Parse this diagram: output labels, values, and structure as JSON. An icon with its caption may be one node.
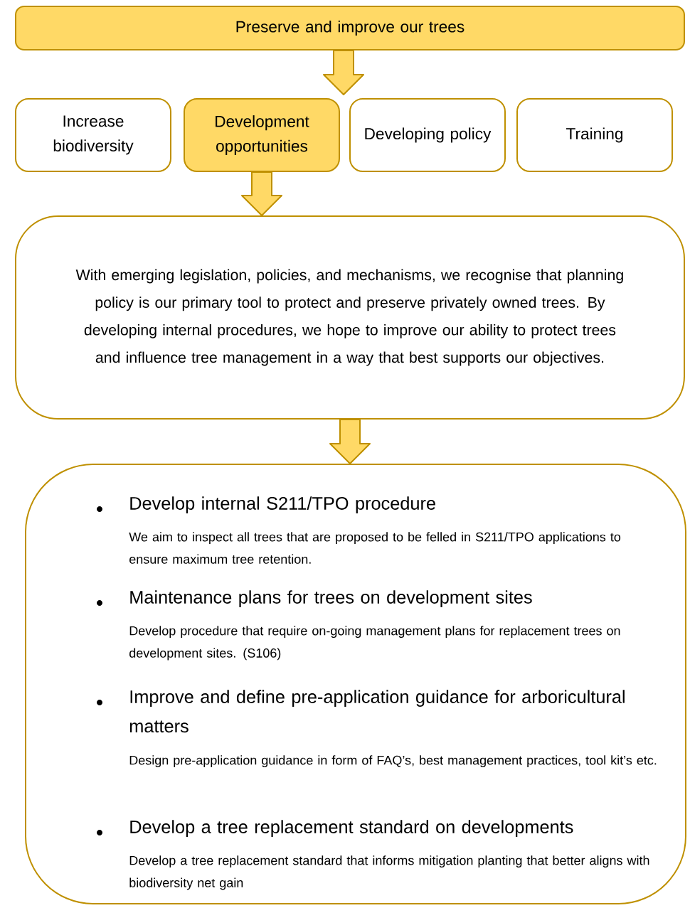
{
  "diagram": {
    "nodes": [
      {
        "text": [
          "Preserve and improve our trees"
        ]
      },
      {
        "text": [
          "Increase biodiversity"
        ]
      },
      {
        "text": [
          "Development opportunities"
        ]
      },
      {
        "text": [
          "Developing policy"
        ]
      },
      {
        "text": [
          "Training"
        ]
      },
      {
        "text": [
          "With emerging legislation, policies, and mechanisms, we recognise that planning policy is our primary tool to protect and preserve privately owned trees. By developing internal procedures, we hope to improve our ability to protect trees and influence tree management in a way that best supports our objectives."
        ]
      },
      {
        "text": [
          "Develop internal S211/TPO procedure",
          "We aim to inspect all trees that are proposed to be felled in S211/TPO applications to ensure maximum tree retention.",
          "Maintenance plans for trees on development sites",
          "Develop procedure that require on-going management plans for replacement trees on development sites. (S106)",
          "Improve and define pre-application guidance for arboricultural matters",
          "Design pre-application guidance in form of FAQ’s, best management practices, tool kit’s etc.",
          "Develop a tree replacement standard on developments",
          "Develop a tree replacement standard that informs mitigation planting that better aligns with biodiversity net gain"
        ]
      }
    ],
    "edges": [
      {
        "from": 0,
        "to": null,
        "arrow": "to"
      },
      {
        "from": 2,
        "to": 5,
        "arrow": "to"
      },
      {
        "from": 5,
        "to": 6,
        "arrow": "to"
      }
    ]
  }
}
